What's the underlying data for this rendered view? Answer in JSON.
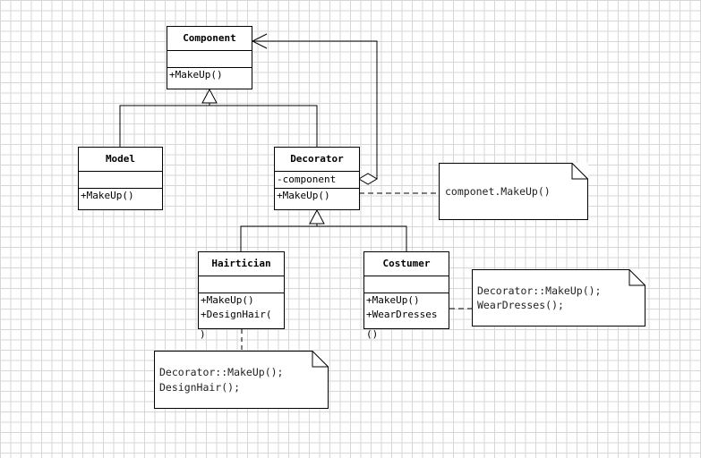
{
  "classes": {
    "component": {
      "name": "Component",
      "attribute": "",
      "operations": [
        "+MakeUp()"
      ]
    },
    "model": {
      "name": "Model",
      "attribute": "",
      "operations": [
        "+MakeUp()"
      ]
    },
    "decorator": {
      "name": "Decorator",
      "attribute": "-component",
      "operations": [
        "+MakeUp()"
      ]
    },
    "hairtician": {
      "name": "Hairtician",
      "attribute": "",
      "operations": [
        "+MakeUp()",
        "+DesignHair("
      ],
      "overflow": ")"
    },
    "costumer": {
      "name": "Costumer",
      "attribute": "",
      "operations": [
        "+MakeUp()",
        "+WearDresses"
      ],
      "overflow": "()"
    }
  },
  "notes": {
    "decorator_note": {
      "lines": [
        "componet.MakeUp()"
      ]
    },
    "costumer_note": {
      "lines": [
        "Decorator::MakeUp();",
        "WearDresses();"
      ]
    },
    "hairtician_note": {
      "lines": [
        "Decorator::MakeUp();",
        "DesignHair();"
      ]
    }
  },
  "colors": {
    "line": "#000000",
    "grid": "#d7d7d7",
    "background": "#ffffff"
  }
}
